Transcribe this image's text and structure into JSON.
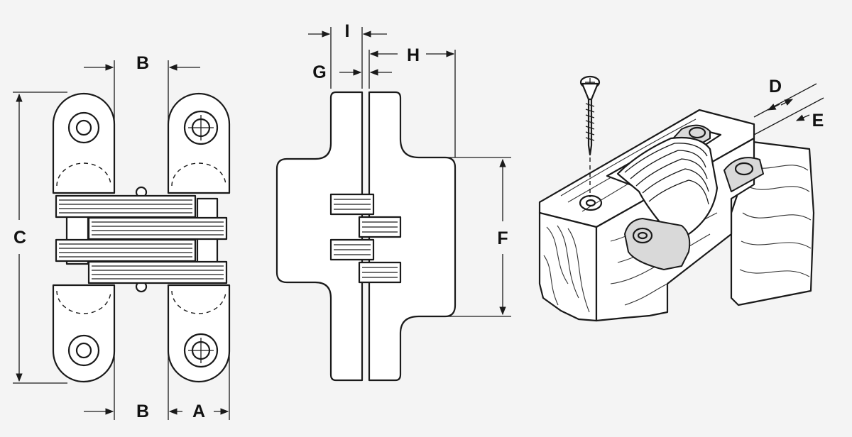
{
  "labels": {
    "a": "A",
    "b_top": "B",
    "b_bottom": "B",
    "c": "C",
    "d": "D",
    "e": "E",
    "f": "F",
    "g": "G",
    "h": "H",
    "i": "I"
  }
}
